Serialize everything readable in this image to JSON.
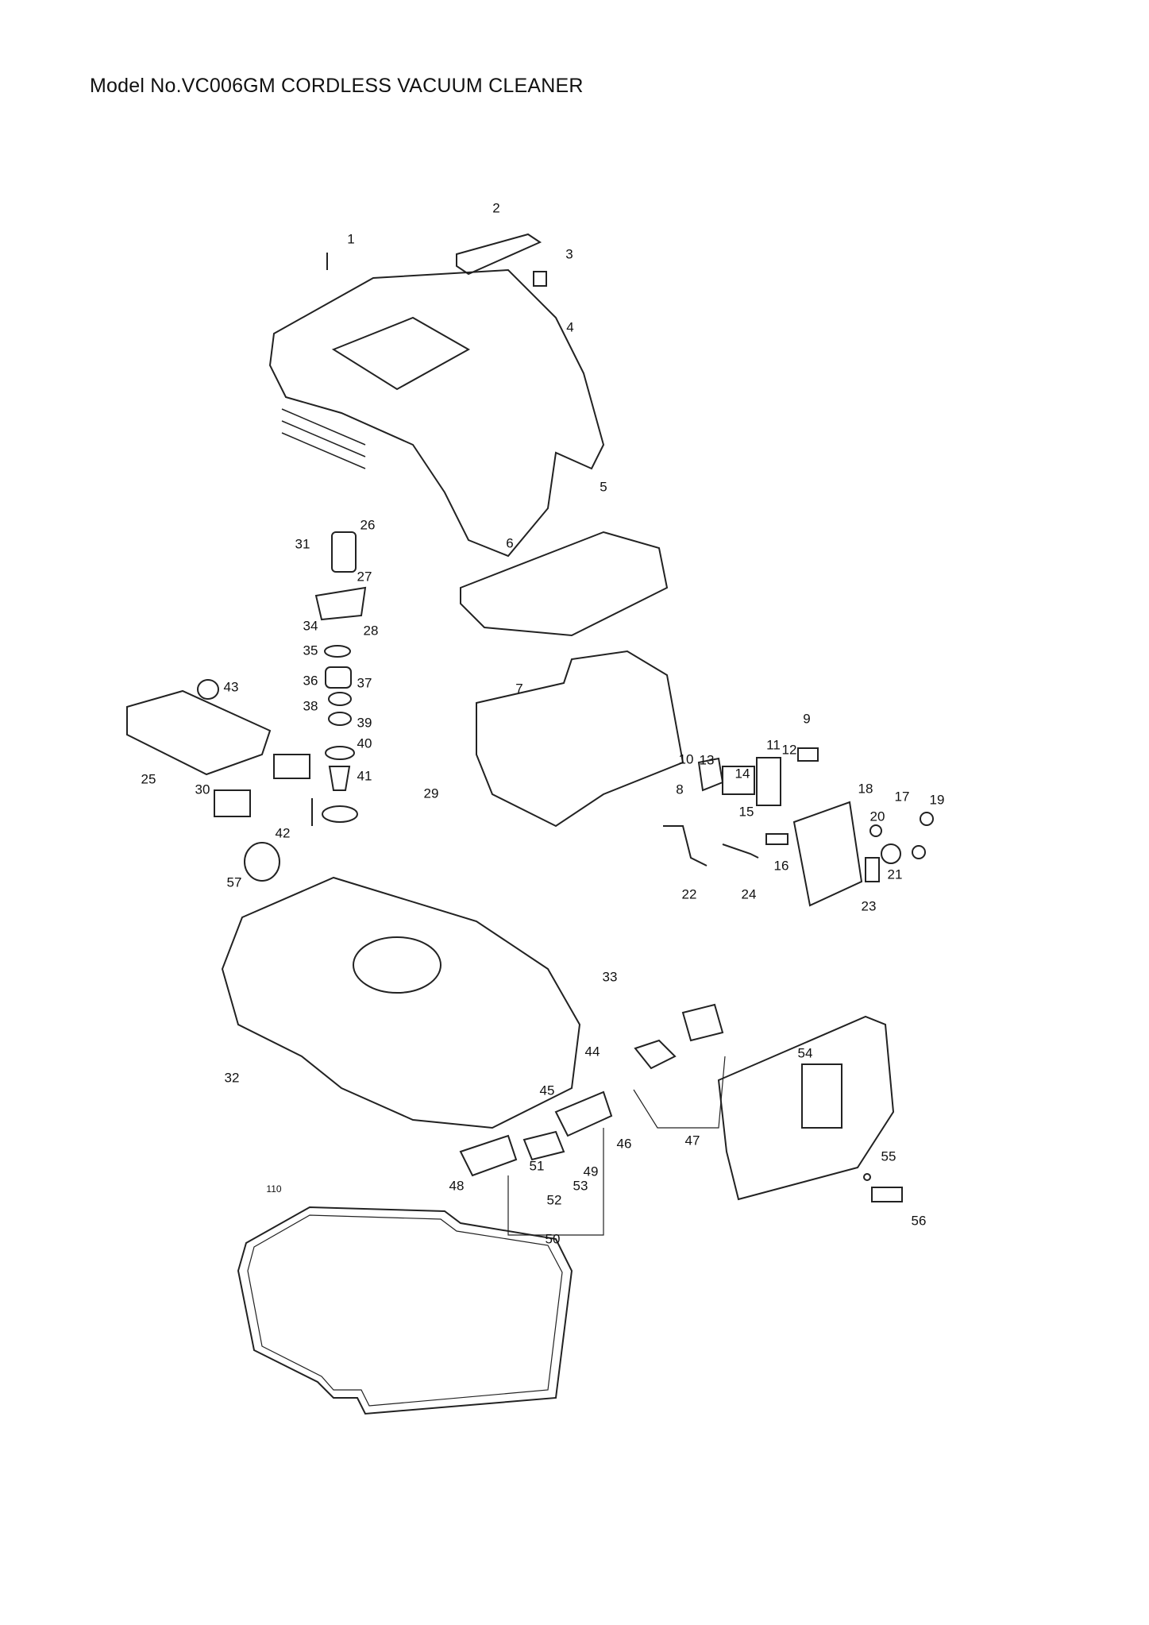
{
  "title": "Model No.VC006GM CORDLESS VACUUM CLEANER",
  "parts": {
    "p1": "1",
    "p2": "2",
    "p3": "3",
    "p4": "4",
    "p5": "5",
    "p6": "6",
    "p7": "7",
    "p8": "8",
    "p9": "9",
    "p10": "10",
    "p11": "11",
    "p12": "12",
    "p13": "13",
    "p14": "14",
    "p15": "15",
    "p16": "16",
    "p17": "17",
    "p18": "18",
    "p19": "19",
    "p20": "20",
    "p21": "21",
    "p22": "22",
    "p23": "23",
    "p24": "24",
    "p25": "25",
    "p26": "26",
    "p27": "27",
    "p28": "28",
    "p29": "29",
    "p30": "30",
    "p31": "31",
    "p32": "32",
    "p33": "33",
    "p34": "34",
    "p35": "35",
    "p36": "36",
    "p37": "37",
    "p38": "38",
    "p39": "39",
    "p40": "40",
    "p41": "41",
    "p42": "42",
    "p43": "43",
    "p44": "44",
    "p45": "45",
    "p46": "46",
    "p47": "47",
    "p48": "48",
    "p49": "49",
    "p50": "50",
    "p51": "51",
    "p52": "52",
    "p53": "53",
    "p54": "54",
    "p55": "55",
    "p56": "56",
    "p57": "57",
    "p110": "110"
  }
}
